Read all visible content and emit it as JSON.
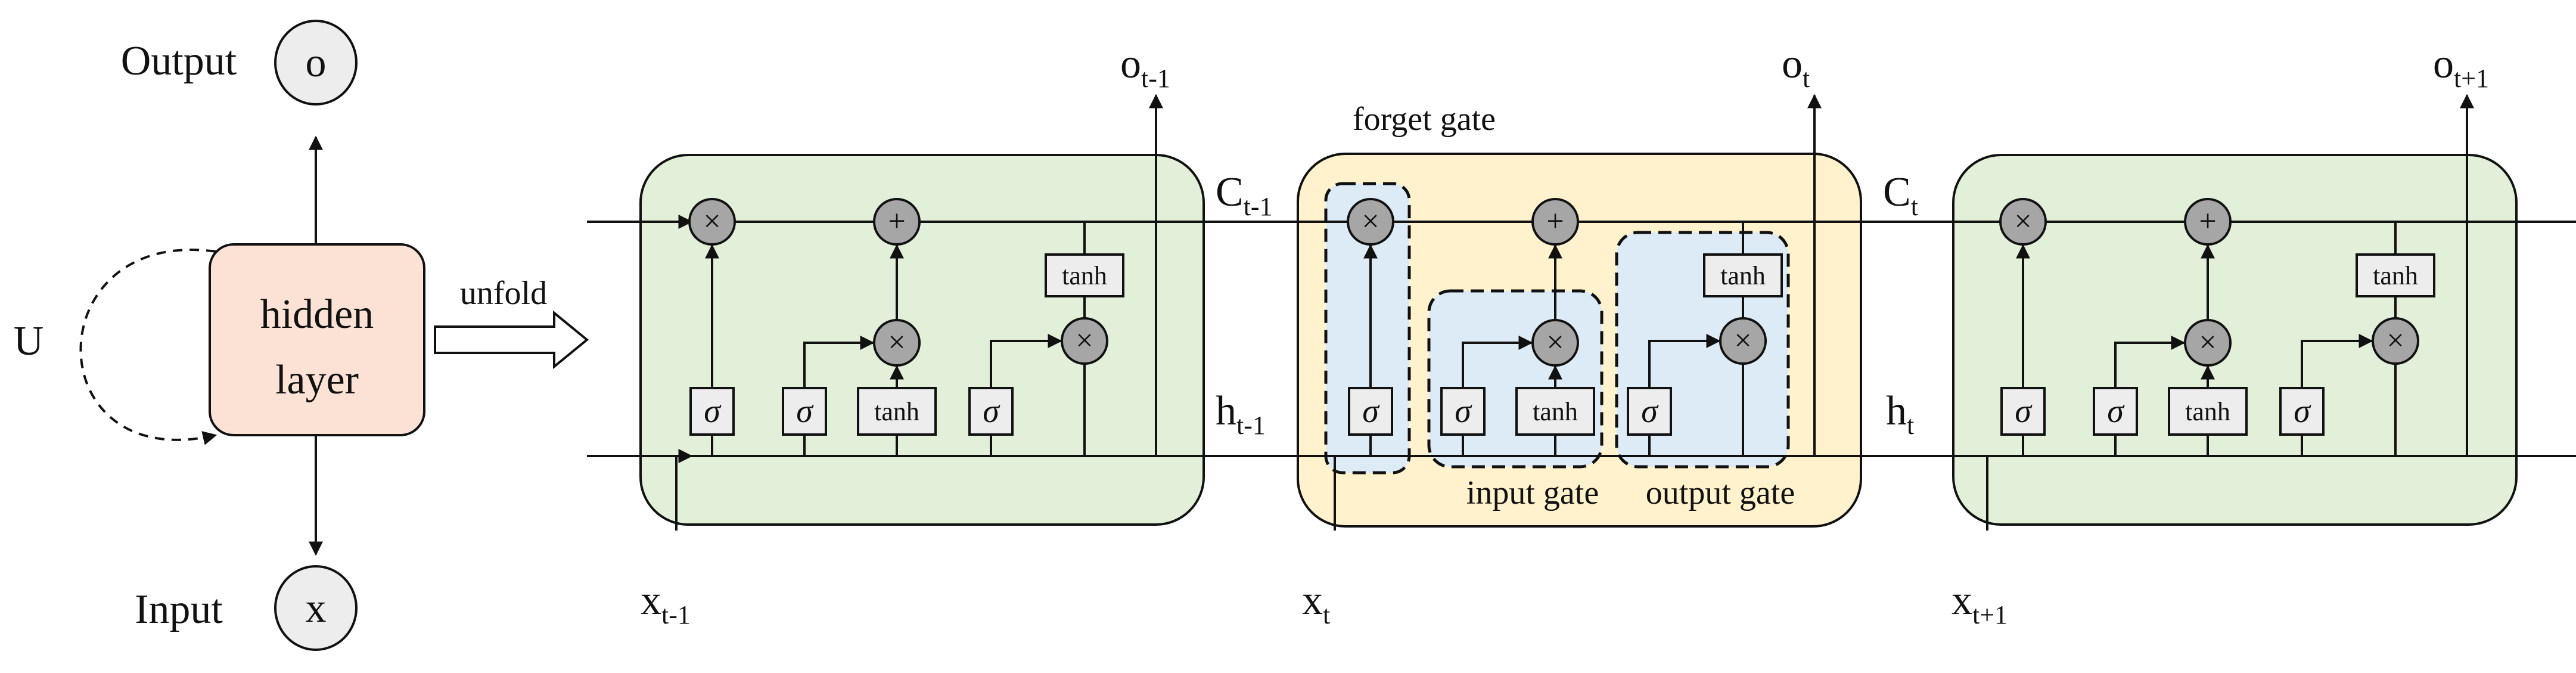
{
  "left": {
    "output_label": "Output",
    "output_symbol": "o",
    "input_label": "Input",
    "input_symbol": "x",
    "hidden_line1": "hidden",
    "hidden_line2": "layer",
    "loop_label": "U",
    "unfold_label": "unfold"
  },
  "symbols": {
    "multiply": "×",
    "add": "+",
    "sigma": "σ",
    "tanh": "tanh"
  },
  "labels": {
    "o_prev": "o",
    "o_prev_sub": "t-1",
    "o_cur": "o",
    "o_cur_sub": "t",
    "o_next": "o",
    "o_next_sub": "t+1",
    "c_prev": "C",
    "c_prev_sub": "t-1",
    "c_cur": "C",
    "c_cur_sub": "t",
    "h_prev": "h",
    "h_prev_sub": "t-1",
    "h_cur": "h",
    "h_cur_sub": "t",
    "x_prev": "x",
    "x_prev_sub": "t-1",
    "x_cur": "x",
    "x_cur_sub": "t",
    "x_next": "x",
    "x_next_sub": "t+1",
    "forget_gate": "forget gate",
    "input_gate": "input gate",
    "output_gate": "output gate"
  },
  "colors": {
    "cell_green": "#e2f0d9",
    "cell_yellow": "#fff2cc",
    "gate_blue": "#ddebf7",
    "hidden_pink": "#fbe2d5",
    "node_gray": "#a6a6a6",
    "circle_gray": "#ededed"
  }
}
